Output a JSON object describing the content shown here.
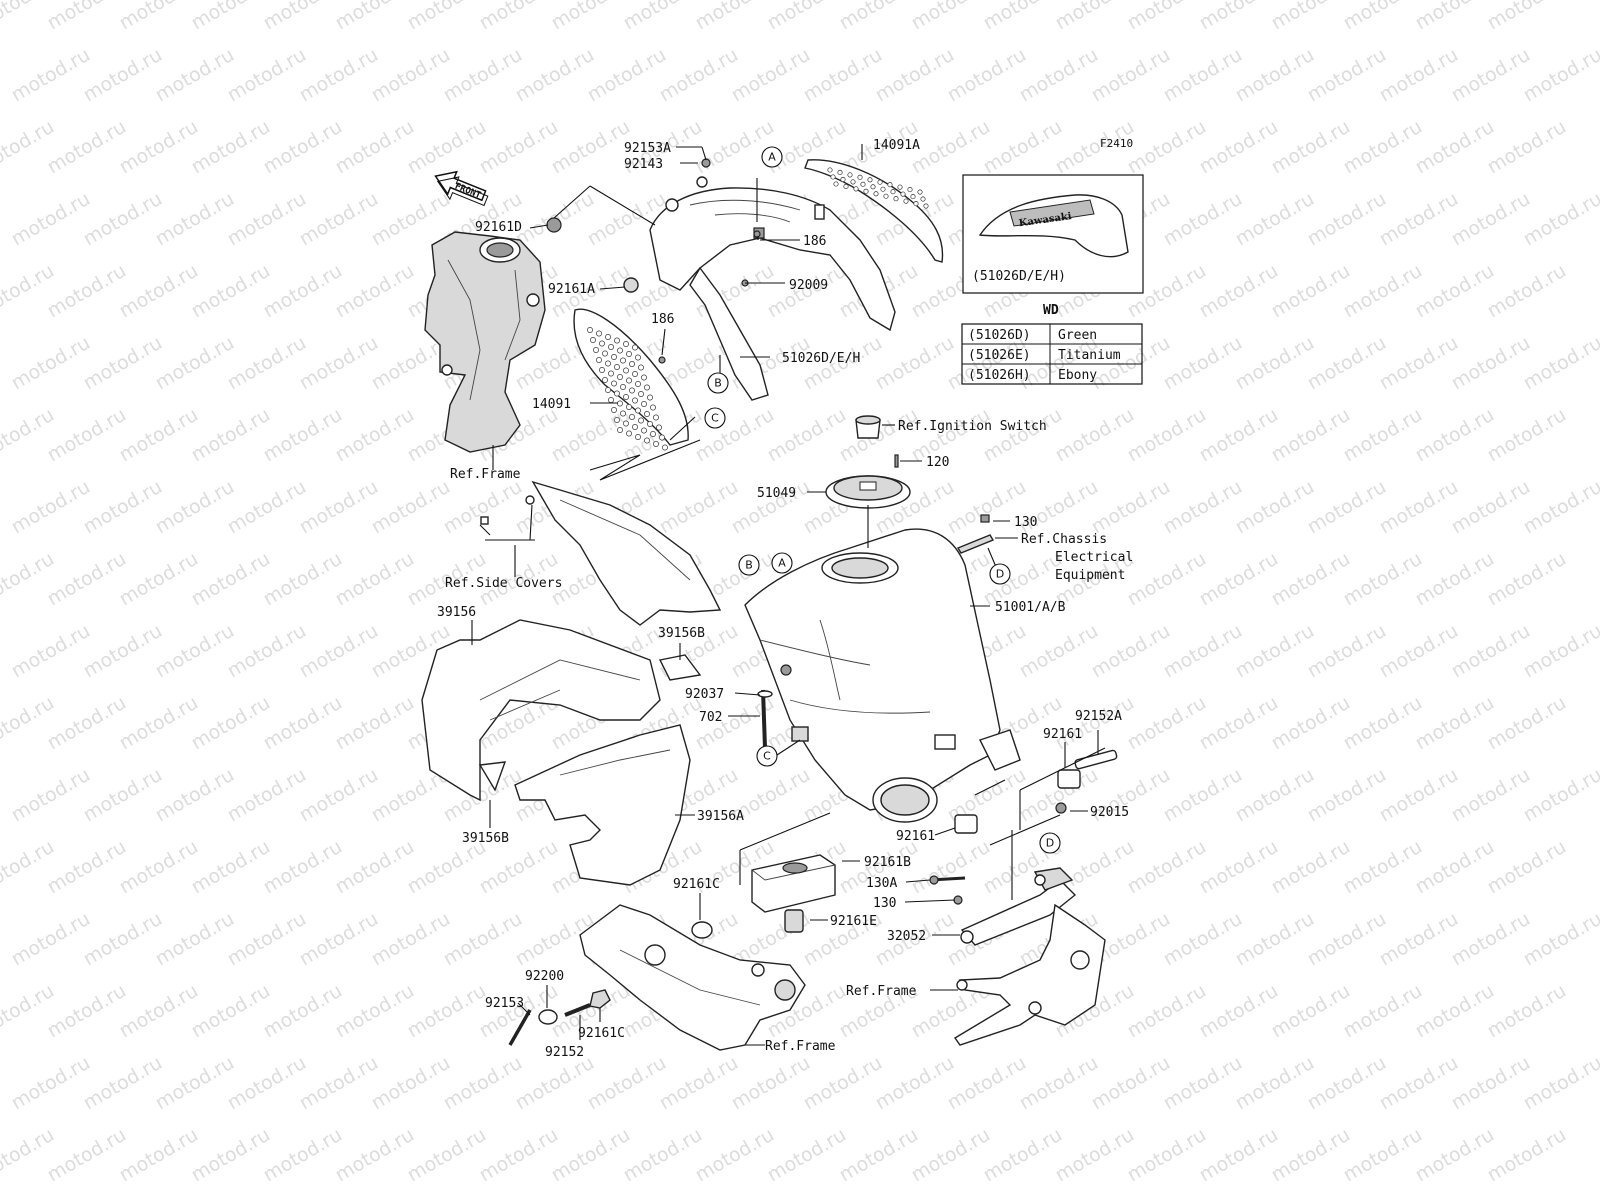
{
  "watermark": "motod.ru",
  "figure_code": "F2410",
  "front_label": "FRONT",
  "inset": {
    "logo_text": "Kawasaki",
    "caption": "(51026D/E/H)"
  },
  "color_table": {
    "header": "WD",
    "rows": [
      {
        "code": "(51026D)",
        "color": "Green"
      },
      {
        "code": "(51026E)",
        "color": "Titanium"
      },
      {
        "code": "(51026H)",
        "color": "Ebony"
      }
    ]
  },
  "bubbles": {
    "a1": "A",
    "a2": "A",
    "b1": "B",
    "b2": "B",
    "c1": "C",
    "c2": "C",
    "d1": "D",
    "d2": "D"
  },
  "labels": {
    "p92153a": "92153A",
    "p92143": "92143",
    "p14091a": "14091A",
    "p92161d": "92161D",
    "p186a": "186",
    "p92009": "92009",
    "p92161a": "92161A",
    "p186b": "186",
    "p51026deh": "51026D/E/H",
    "p14091": "14091",
    "ref_frame_top": "Ref.Frame",
    "ref_ignition": "Ref.Ignition Switch",
    "p120": "120",
    "p51049": "51049",
    "p130a_top": "130",
    "ref_chassis_1": "Ref.Chassis",
    "ref_chassis_2": "Electrical",
    "ref_chassis_3": "Equipment",
    "ref_side_covers": "Ref.Side Covers",
    "p51001": "51001/A/B",
    "p39156": "39156",
    "p39156b_top": "39156B",
    "p92037": "92037",
    "p702": "702",
    "p92152a": "92152A",
    "p92161_r": "92161",
    "p92015": "92015",
    "p39156b_bot": "39156B",
    "p39156a": "39156A",
    "p92161_m": "92161",
    "p92161b": "92161B",
    "p92161c_top": "92161C",
    "p130a": "130A",
    "p130": "130",
    "p92161e": "92161E",
    "p32052": "32052",
    "p92200": "92200",
    "p92153": "92153",
    "p92161c_bot": "92161C",
    "p92152": "92152",
    "ref_frame_mid": "Ref.Frame",
    "ref_frame_bot": "Ref.Frame"
  }
}
